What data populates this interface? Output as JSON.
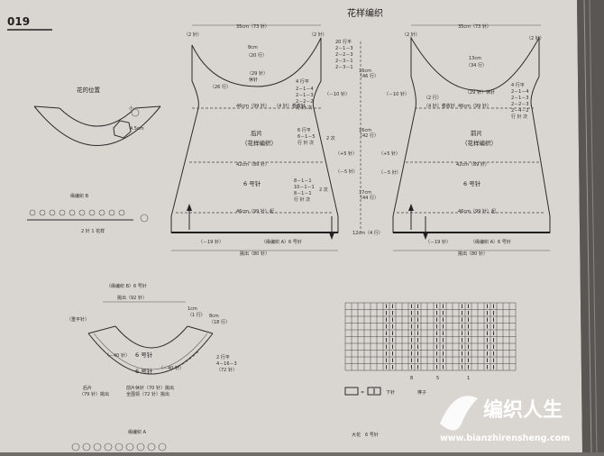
{
  "pattern": {
    "number": "019",
    "title": "花样编织",
    "flower_position_label": "花的位置",
    "edge_b": {
      "label": "缘编织 B",
      "repeat": "2 针 1 花样"
    },
    "edge_a": {
      "label": "缘编织 A"
    },
    "big_flower": "大花　6 号针",
    "legend_symbol": "=",
    "legend_text": "下针",
    "chart_cols": {
      "c8": "8",
      "c5": "5",
      "c1": "1"
    },
    "chart_needle_label": "棒子",
    "back": {
      "top_width": "35cm（73 针）",
      "label_2row": "（2 针）",
      "label_2row_r": "（2 针）",
      "neck_8cm": "8cm",
      "neck_20rows": "（20 行）",
      "neck_29": "（29 针）",
      "neck_29b": "休针",
      "side_26": "（26 行）",
      "dec_a1": "20 行平",
      "dec_a2": "2－1－3",
      "dec_a3": "2－2－3",
      "dec_a4": "2－3－1",
      "dec_a5": "2－3－1",
      "dec_b1": "4 行平",
      "dec_b2": "2－1－4",
      "dec_b3": "2－1－3",
      "dec_b4": "2－2－2",
      "dec_b5": "行 针 次",
      "minus10": "（－10 针）",
      "chest": "46cm（99 针）",
      "chest2": "（4 针）卷收针",
      "piece": "后片",
      "stitch": "（花样编织）",
      "side_inc1": "6 行平",
      "side_inc2": "6－1－5",
      "side_inc3": "行 针 次",
      "plus5": "（+5 针）",
      "minus5": "（－5 针）",
      "waist": "42cm（89 针）",
      "needle": "6 号针",
      "dec_c1": "8－1－1",
      "dec_c2": "10－1－1",
      "dec_c3": "8－1－1",
      "dec_c4": "行 针 次",
      "times_2": "2 次",
      "times_2b": "2 次",
      "hem": "46cm（99 针）起",
      "hem_edge": "（缘编织 A）6 号针",
      "minus19": "（－19 针）",
      "cast": "挑出（80 针）",
      "h16a": "16cm",
      "h46": "（46 行）",
      "h16b": "16cm",
      "h42": "（42 行）",
      "h17": "17cm",
      "h44": "（44 行）",
      "h12": "12cm（4 行）"
    },
    "front": {
      "top_width": "35cm（73 针）",
      "left_2": "（2 针）",
      "right_2": "（2 针）",
      "neck_13": "13cm",
      "neck_34": "（34 行）",
      "neck_29": "（29 针）休针",
      "dec1": "4 行平",
      "dec2": "2－1－4",
      "dec3": "2－1－3",
      "dec4": "2－2－3",
      "dec5": "2－4－2",
      "dec6": "行 针 次",
      "minus10": "（－10 针）",
      "minus12": "（2 行）",
      "chest": "46cm（99 针）",
      "chest4": "（4 针）卷收针",
      "piece": "前片",
      "stitch": "（花样编织）",
      "plus5": "（+5 针）",
      "minus5": "（－5 针）",
      "waist": "42cm（89 针）",
      "needle": "6 号针",
      "hem": "46cm（99 针）起",
      "minus19": "（－19 针）",
      "hem_edge": "（缘编织 A）6 号针",
      "cast": "挑出（80 针）"
    },
    "collar": {
      "top": "（缘编织 B）6 号针",
      "pickup": "挑出（92 针）",
      "lace": "（重平针）",
      "h1": "1cm",
      "h1r": "（1 行）",
      "w8": "8cm",
      "w8r": "（18 行）",
      "rows": "2 行平",
      "rows2": "4－16－3",
      "rows3": "（72 针）",
      "minus40": "（－40 针）",
      "minus40b": "（－40 针）",
      "needle": "6 号针",
      "needle2": "6 号针",
      "back_pick1": "后片",
      "back_pick2": "（79 针）挑出",
      "front_pick1": "前片休针（70 针）挑出",
      "front_pick2": "全围领（72 针）挑出"
    }
  },
  "watermark": {
    "brand": "编织人生",
    "url": "www.bianzhirensheng.com"
  }
}
